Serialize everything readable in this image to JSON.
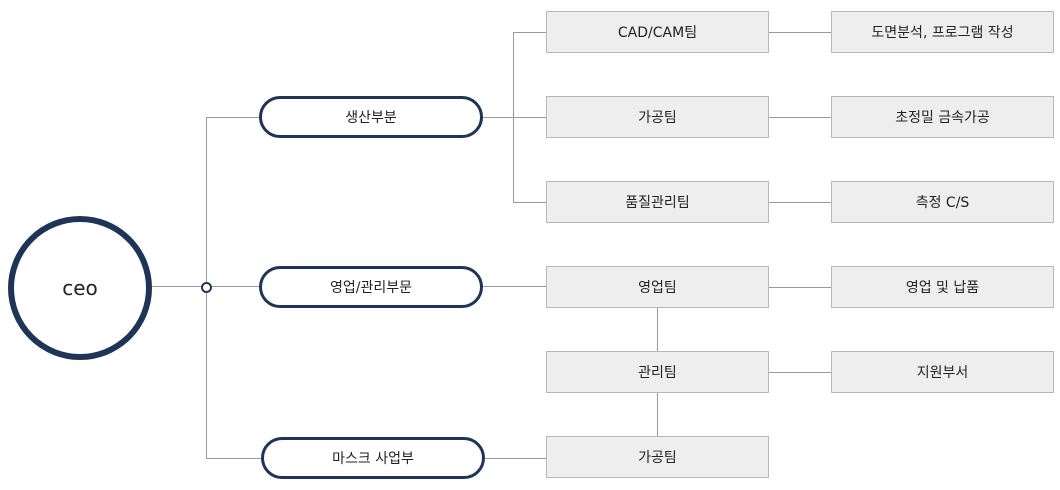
{
  "root": {
    "label": "ceo"
  },
  "divisions": [
    {
      "label": "생산부분"
    },
    {
      "label": "영업/관리부문"
    },
    {
      "label": "마스크 사업부"
    }
  ],
  "teams": [
    {
      "label": "CAD/CAM팀"
    },
    {
      "label": "가공팀"
    },
    {
      "label": "품질관리팀"
    },
    {
      "label": "영업팀"
    },
    {
      "label": "관리팀"
    },
    {
      "label": "가공팀"
    }
  ],
  "roles": [
    {
      "label": "도면분석, 프로그램 작성"
    },
    {
      "label": "초정밀 금속가공"
    },
    {
      "label": "측정 C/S"
    },
    {
      "label": "영업 및 납품"
    },
    {
      "label": "지원부서"
    }
  ]
}
